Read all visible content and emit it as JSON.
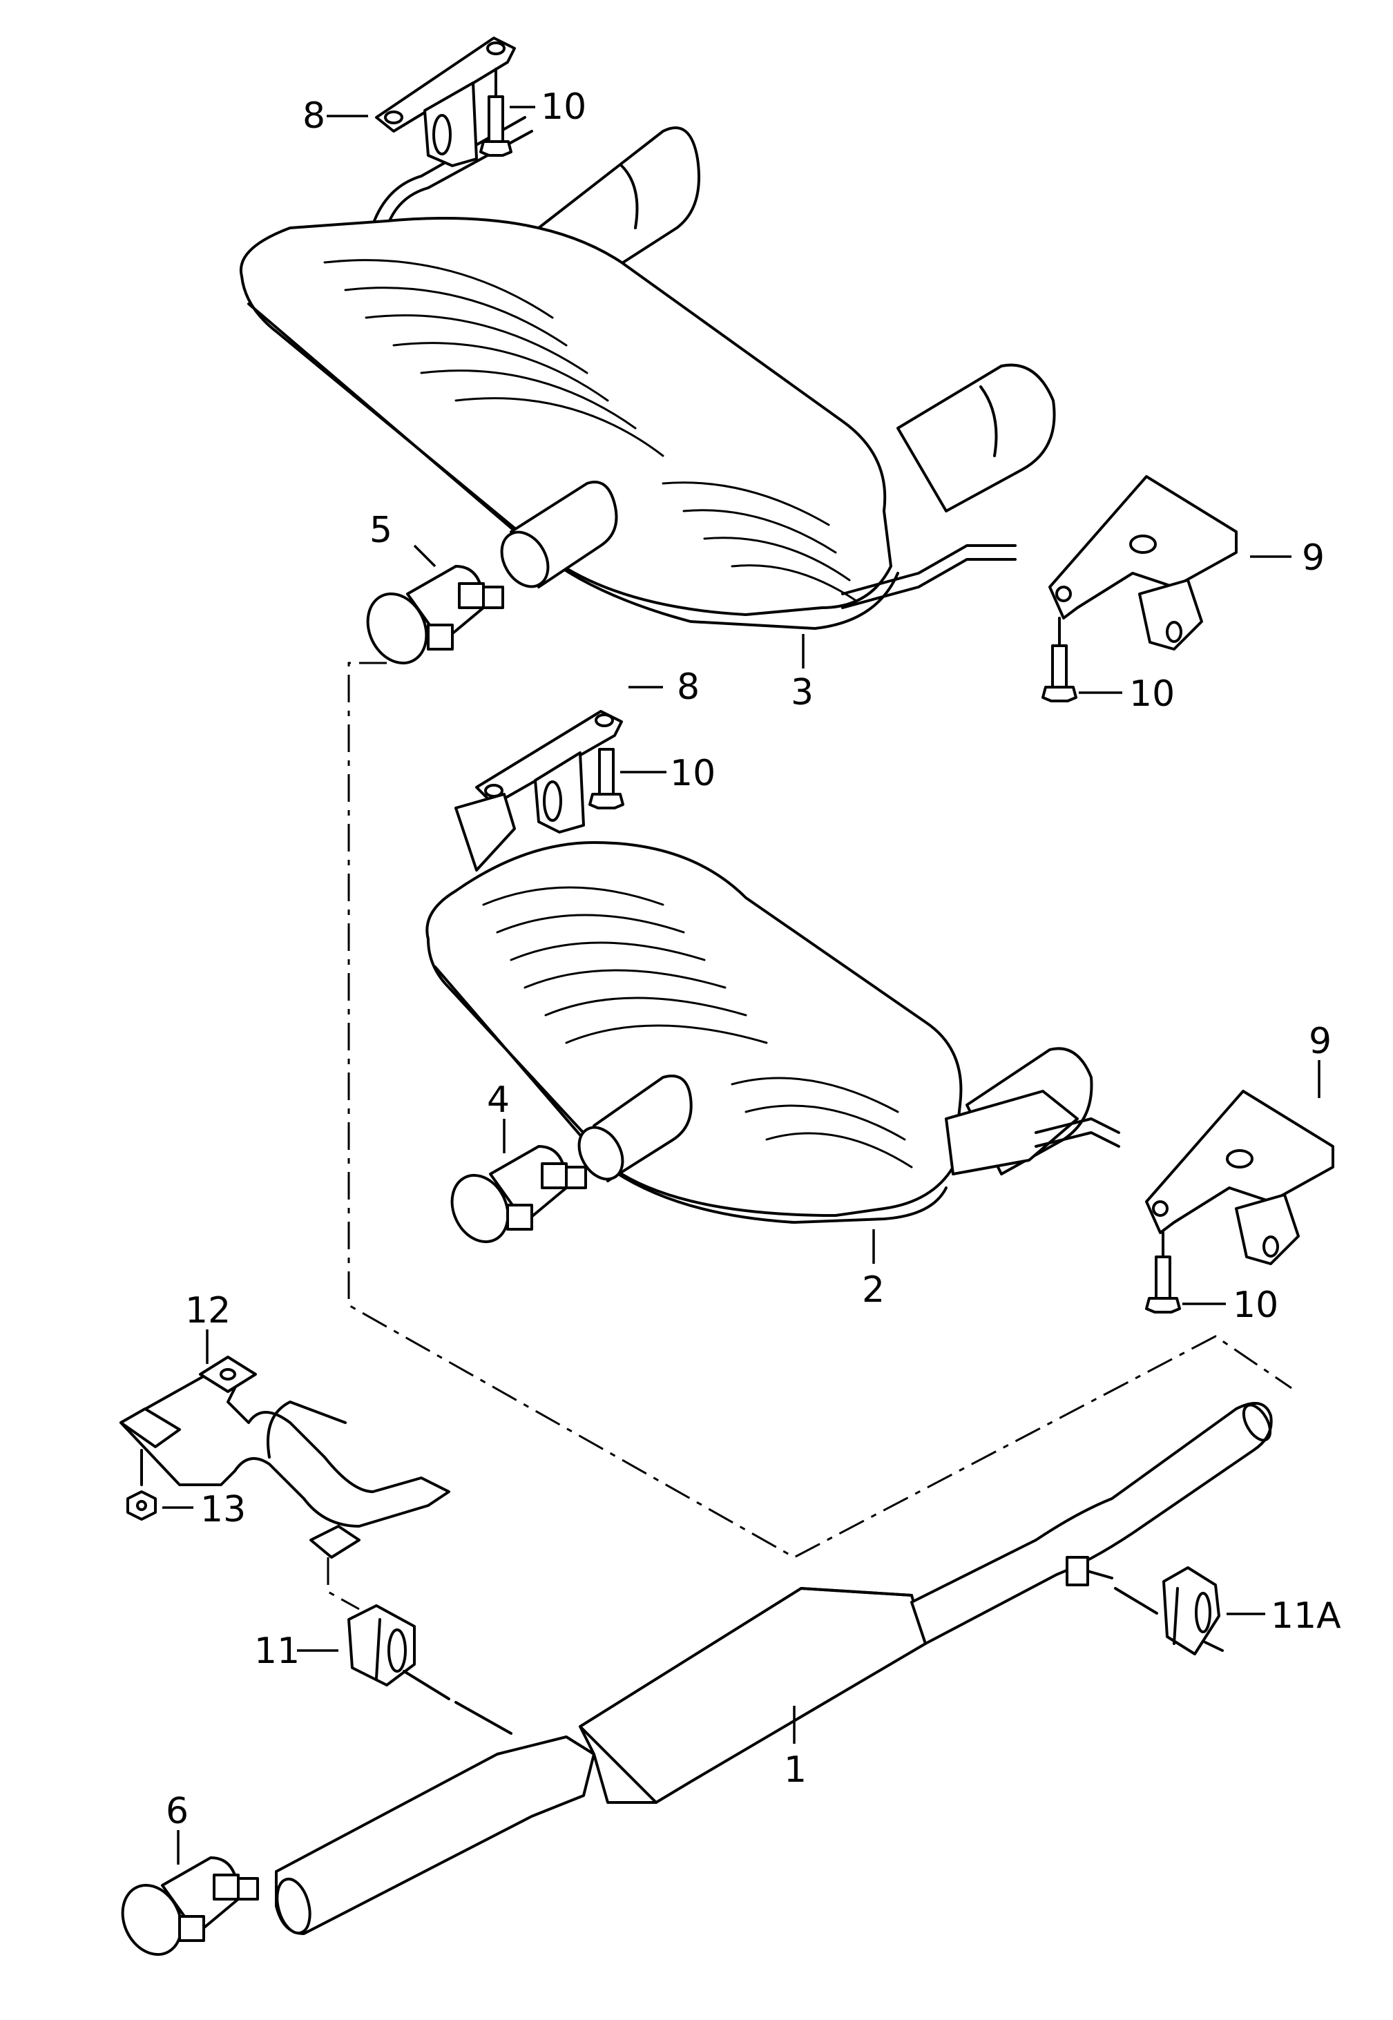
{
  "diagram": {
    "title": "Exhaust system exploded parts diagram",
    "callouts": [
      {
        "id": "c1",
        "label": "1",
        "part": "front-pipe-with-center-silencer"
      },
      {
        "id": "c2",
        "label": "2",
        "part": "rear-silencer-lower"
      },
      {
        "id": "c3",
        "label": "3",
        "part": "rear-silencer-upper"
      },
      {
        "id": "c4",
        "label": "4",
        "part": "clamp-lower"
      },
      {
        "id": "c5",
        "label": "5",
        "part": "clamp-upper"
      },
      {
        "id": "c6",
        "label": "6",
        "part": "clamp-front"
      },
      {
        "id": "c8a",
        "label": "8",
        "part": "hanger-bracket-upper"
      },
      {
        "id": "c8b",
        "label": "8",
        "part": "hanger-bracket-middle"
      },
      {
        "id": "c9a",
        "label": "9",
        "part": "mounting-bracket-upper"
      },
      {
        "id": "c9b",
        "label": "9",
        "part": "mounting-bracket-lower"
      },
      {
        "id": "c10a",
        "label": "10",
        "part": "bolt-top"
      },
      {
        "id": "c10b",
        "label": "10",
        "part": "bolt-upper-right"
      },
      {
        "id": "c10c",
        "label": "10",
        "part": "bolt-middle"
      },
      {
        "id": "c10d",
        "label": "10",
        "part": "bolt-lower-right"
      },
      {
        "id": "c11",
        "label": "11",
        "part": "rubber-mount-left"
      },
      {
        "id": "c11a",
        "label": "11A",
        "part": "rubber-mount-right"
      },
      {
        "id": "c12",
        "label": "12",
        "part": "support-bracket"
      },
      {
        "id": "c13",
        "label": "13",
        "part": "nut"
      }
    ]
  }
}
